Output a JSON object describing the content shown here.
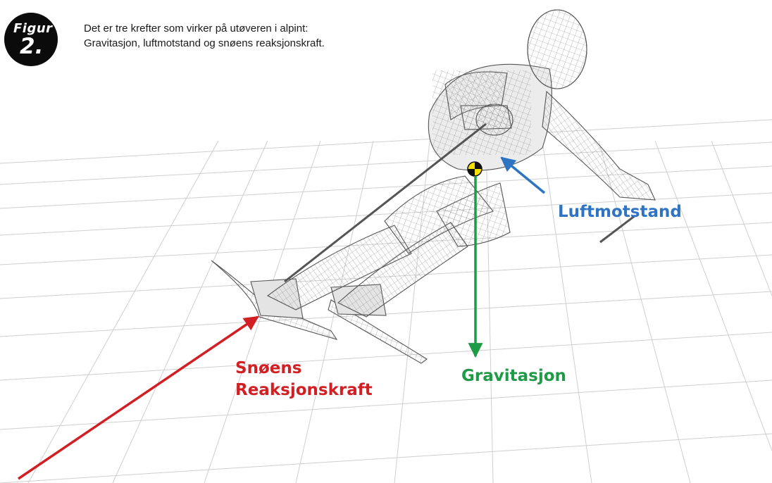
{
  "figure": {
    "badge_word": "Figur",
    "badge_number": "2."
  },
  "caption": {
    "line1": "Det er tre krefter som virker på utøveren i alpint:",
    "line2": "Gravitasjon, luftmotstand og snøens reaksjonskraft."
  },
  "forces": {
    "air_resistance": {
      "label": "Luftmotstand",
      "color": "#2f74c2"
    },
    "gravity": {
      "label": "Gravitasjon",
      "color": "#1f9a47"
    },
    "snow_reaction": {
      "line1": "Snøens",
      "line2": "Reaksjonskraft",
      "color": "#d11f23"
    }
  },
  "icons": {
    "center_of_mass": "center-of-mass-icon"
  }
}
